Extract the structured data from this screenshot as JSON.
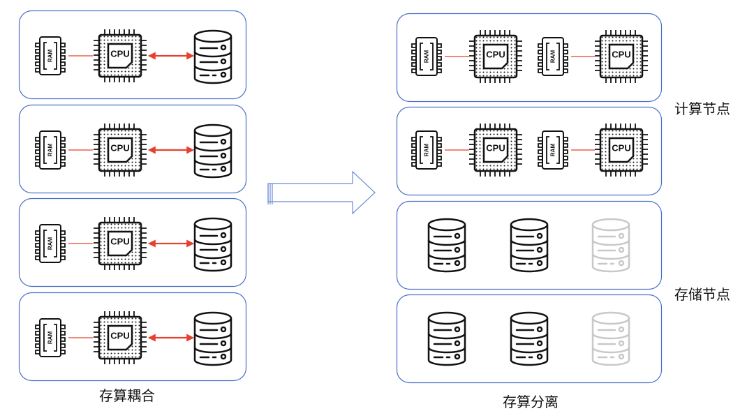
{
  "labels": {
    "coupled": "存算耦合",
    "separated": "存算分离",
    "compute_nodes": "计算节点",
    "storage_nodes": "存储节点"
  },
  "icons": {
    "ram_text": "RAM",
    "cpu_text": "CPU",
    "names": [
      "ram-chip-icon",
      "cpu-chip-icon",
      "database-server-icon",
      "right-arrow-icon"
    ]
  },
  "colors": {
    "box_border": "#4a6fc9",
    "link_red": "#e8402e",
    "icon_dark": "#111111",
    "icon_faded": "#c8c8c8",
    "arrow_outline": "#6b8bd6"
  }
}
